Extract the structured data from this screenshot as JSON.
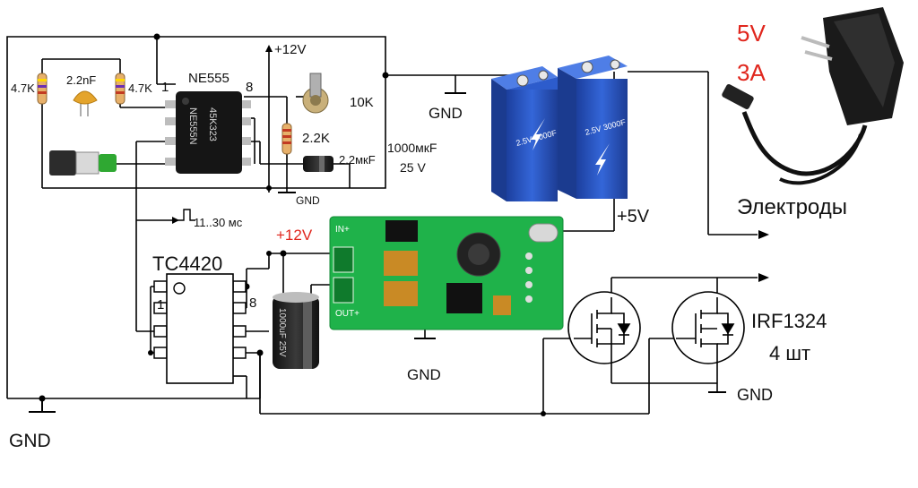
{
  "diagram": {
    "supply_label": "+12V",
    "gnd_label": "GND",
    "ne555_label": "NE555",
    "ne555_pin1": "1",
    "ne555_pin8": "8",
    "ne555_chip_marking": "NE555N",
    "ne555_chip_marking2": "45K323",
    "r1_label": "4.7K",
    "c1_label": "2.2nF",
    "r2_label": "4.7K",
    "pot_label": "10K",
    "r3_label": "2.2K",
    "c2_label": "2.2мкF",
    "cap_note_line1": "1000мкF",
    "cap_note_line2": "25 V",
    "pulse_label": "11..30 мс",
    "driver_label": "TC4420",
    "driver_pin1": "1",
    "driver_pin8": "8",
    "module_input_label": "+12V",
    "module_output_label": "+5V",
    "module_silk_in": "IN+",
    "module_silk_out": "OUT+",
    "bulk_cap_marking": "1000uF 25V",
    "supercap_marking": "2.5V 3000F",
    "charger_voltage": "5V",
    "charger_current": "3A",
    "electrodes_label": "Электроды",
    "mosfet_label": "IRF1324",
    "mosfet_count": "4 шт"
  },
  "colors": {
    "wire": "#000000",
    "accent_red": "#e0261d",
    "pcb_green": "#1fb24a",
    "supercap_blue": "#2a5bd1",
    "chip_black": "#151515"
  }
}
